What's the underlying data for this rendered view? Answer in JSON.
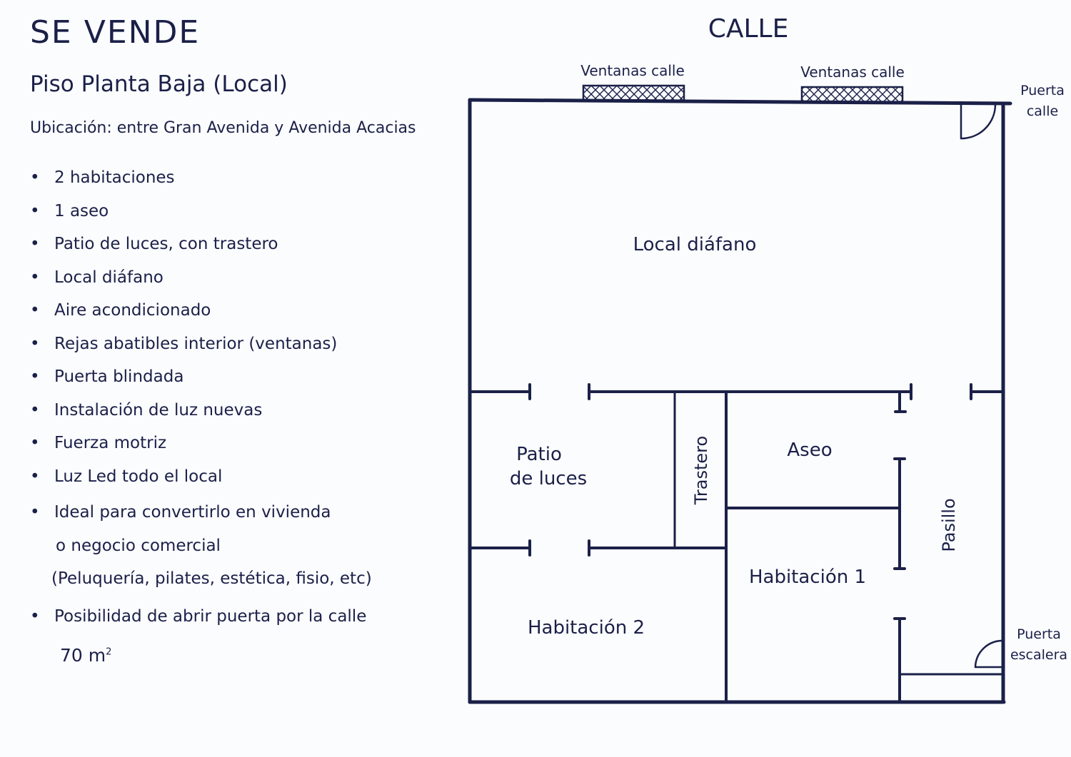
{
  "header": {
    "title": "SE VENDE",
    "subtitle": "Piso Planta Baja (Local)",
    "location": "Ubicación:  entre Gran Avenida y Avenida Acacias"
  },
  "features": [
    "2 habitaciones",
    "1 aseo",
    "Patio de luces, con trastero",
    "Local diáfano",
    "Aire acondicionado",
    "Rejas abatibles interior (ventanas)",
    "Puerta blindada",
    "Instalación de luz nuevas",
    "Fuerza motriz",
    "Luz Led todo el local",
    "Ideal para convertirlo en vivienda",
    "Posibilidad de abrir puerta por la calle"
  ],
  "features_continuation": [
    "o negocio comercial",
    "(Peluquería, pilates, estética, fisio, etc)"
  ],
  "area": {
    "value": "70 m",
    "unit_sup": "2"
  },
  "plan": {
    "street_label": "CALLE",
    "window_label_1": "Ventanas calle",
    "window_label_2": "Ventanas calle",
    "street_door_label_1": "Puerta",
    "street_door_label_2": "calle",
    "stair_door_label_1": "Puerta",
    "stair_door_label_2": "escalera",
    "rooms": {
      "local": "Local diáfano",
      "patio_1": "Patio",
      "patio_2": "de luces",
      "trastero": "Trastero",
      "aseo": "Aseo",
      "habitacion_1": "Habitación 1",
      "habitacion_2": "Habitación 2",
      "pasillo": "Pasillo"
    }
  },
  "colors": {
    "ink": "#1b2048",
    "background": "#fbfcfe"
  }
}
